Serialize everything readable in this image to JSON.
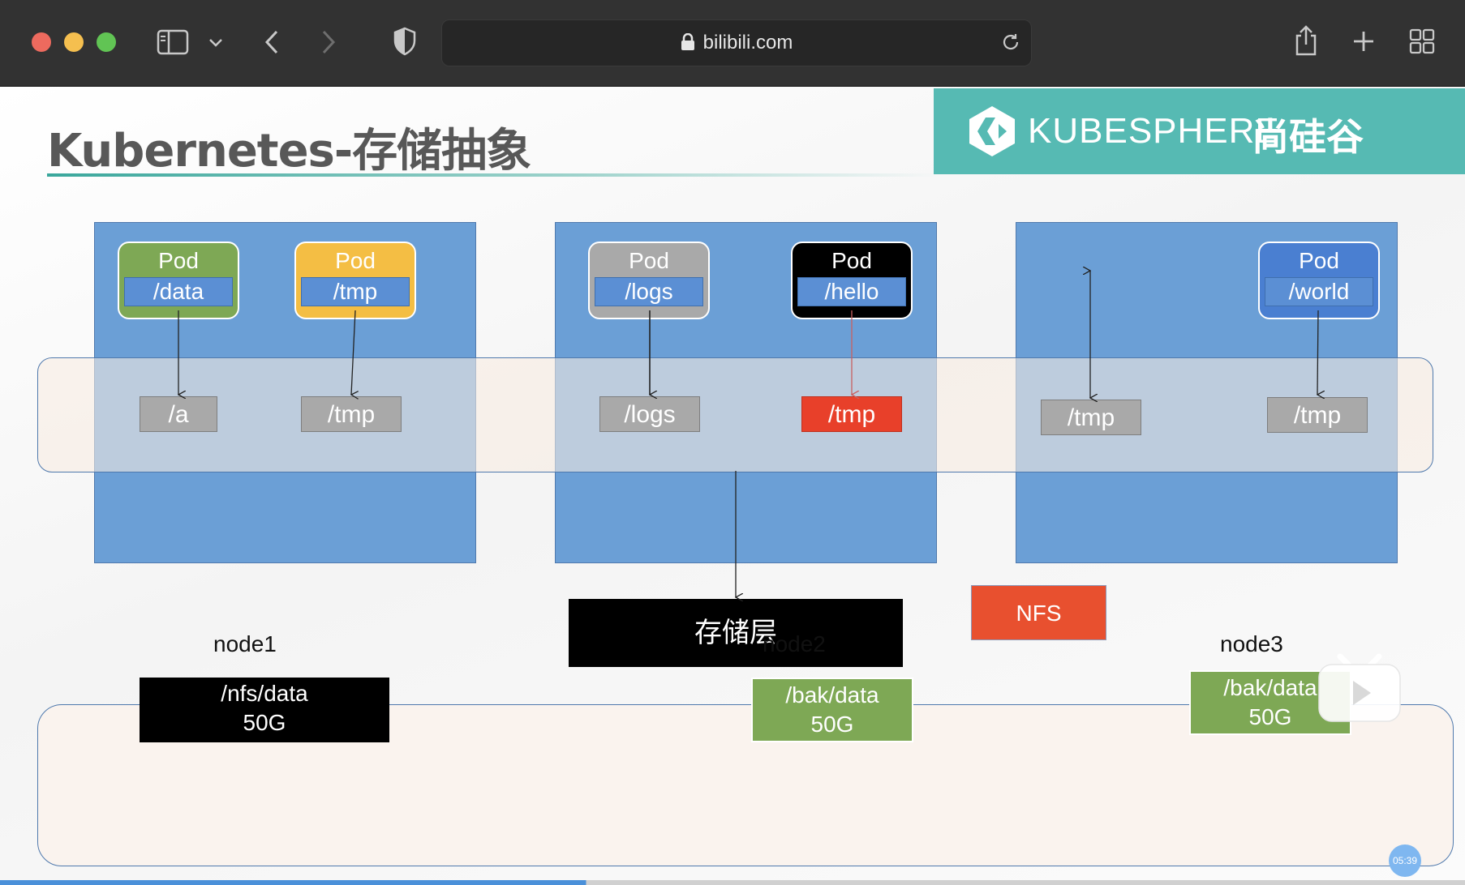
{
  "browser": {
    "url": "bilibili.com"
  },
  "slide": {
    "title": "Kubernetes-存储抽象",
    "brand": {
      "name1": "KUBESPHERE",
      "name2": "尚硅谷"
    },
    "nodes": [
      {
        "pods": [
          {
            "label": "Pod",
            "path": "/data",
            "color": "#7ea855"
          },
          {
            "label": "Pod",
            "path": "/tmp",
            "color": "#f4be44"
          }
        ],
        "volumes": [
          "/a",
          "/tmp"
        ]
      },
      {
        "pods": [
          {
            "label": "Pod",
            "path": "/logs",
            "color": "#a9a9a9"
          },
          {
            "label": "Pod",
            "path": "/hello",
            "color": "#000000"
          }
        ],
        "volumes": [
          "/logs",
          "/tmp"
        ]
      },
      {
        "pods": [
          {
            "label": "Pod",
            "path": "/world",
            "color": "#4a7fd1"
          }
        ],
        "volumes": [
          "/tmp",
          "/tmp"
        ]
      }
    ],
    "storage_layer": "存储层",
    "nfs": "NFS",
    "machines": [
      {
        "name": "node1",
        "disk_path": "/nfs/data",
        "disk_size": "50G"
      },
      {
        "name": "node2",
        "disk_path": "/bak/data",
        "disk_size": "50G"
      },
      {
        "name": "node3",
        "disk_path": "/bak/data",
        "disk_size": "50G"
      }
    ]
  },
  "player": {
    "timestamp": "05:39"
  },
  "colors": {
    "red_volume": "#e8402a",
    "brand_bg": "#56bab3",
    "node_bg": "#6b9fd6"
  }
}
